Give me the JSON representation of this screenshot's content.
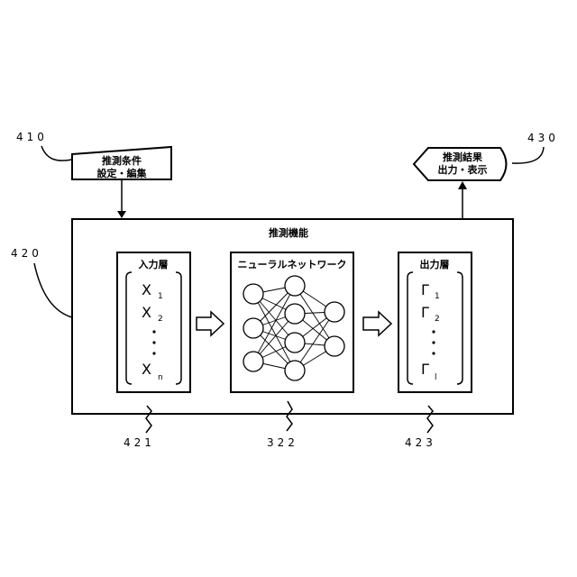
{
  "input_block": {
    "line1": "推測条件",
    "line2": "設定・編集",
    "ref": "410"
  },
  "output_block": {
    "line1": "推測結果",
    "line2": "出力・表示",
    "ref": "430"
  },
  "main_block": {
    "title": "推測機能",
    "ref": "420"
  },
  "input_layer": {
    "title": "入力層",
    "ref": "421",
    "items": [
      {
        "sym": "X",
        "sub": "1"
      },
      {
        "sym": "X",
        "sub": "2"
      },
      {
        "sym": "X",
        "sub": "n"
      }
    ]
  },
  "network": {
    "title": "ニューラルネットワーク",
    "ref": "322"
  },
  "output_layer": {
    "title": "出力層",
    "ref": "423",
    "items": [
      {
        "sym": "Γ",
        "sub": "1"
      },
      {
        "sym": "Γ",
        "sub": "2"
      },
      {
        "sym": "Γ",
        "sub": "l"
      }
    ]
  }
}
